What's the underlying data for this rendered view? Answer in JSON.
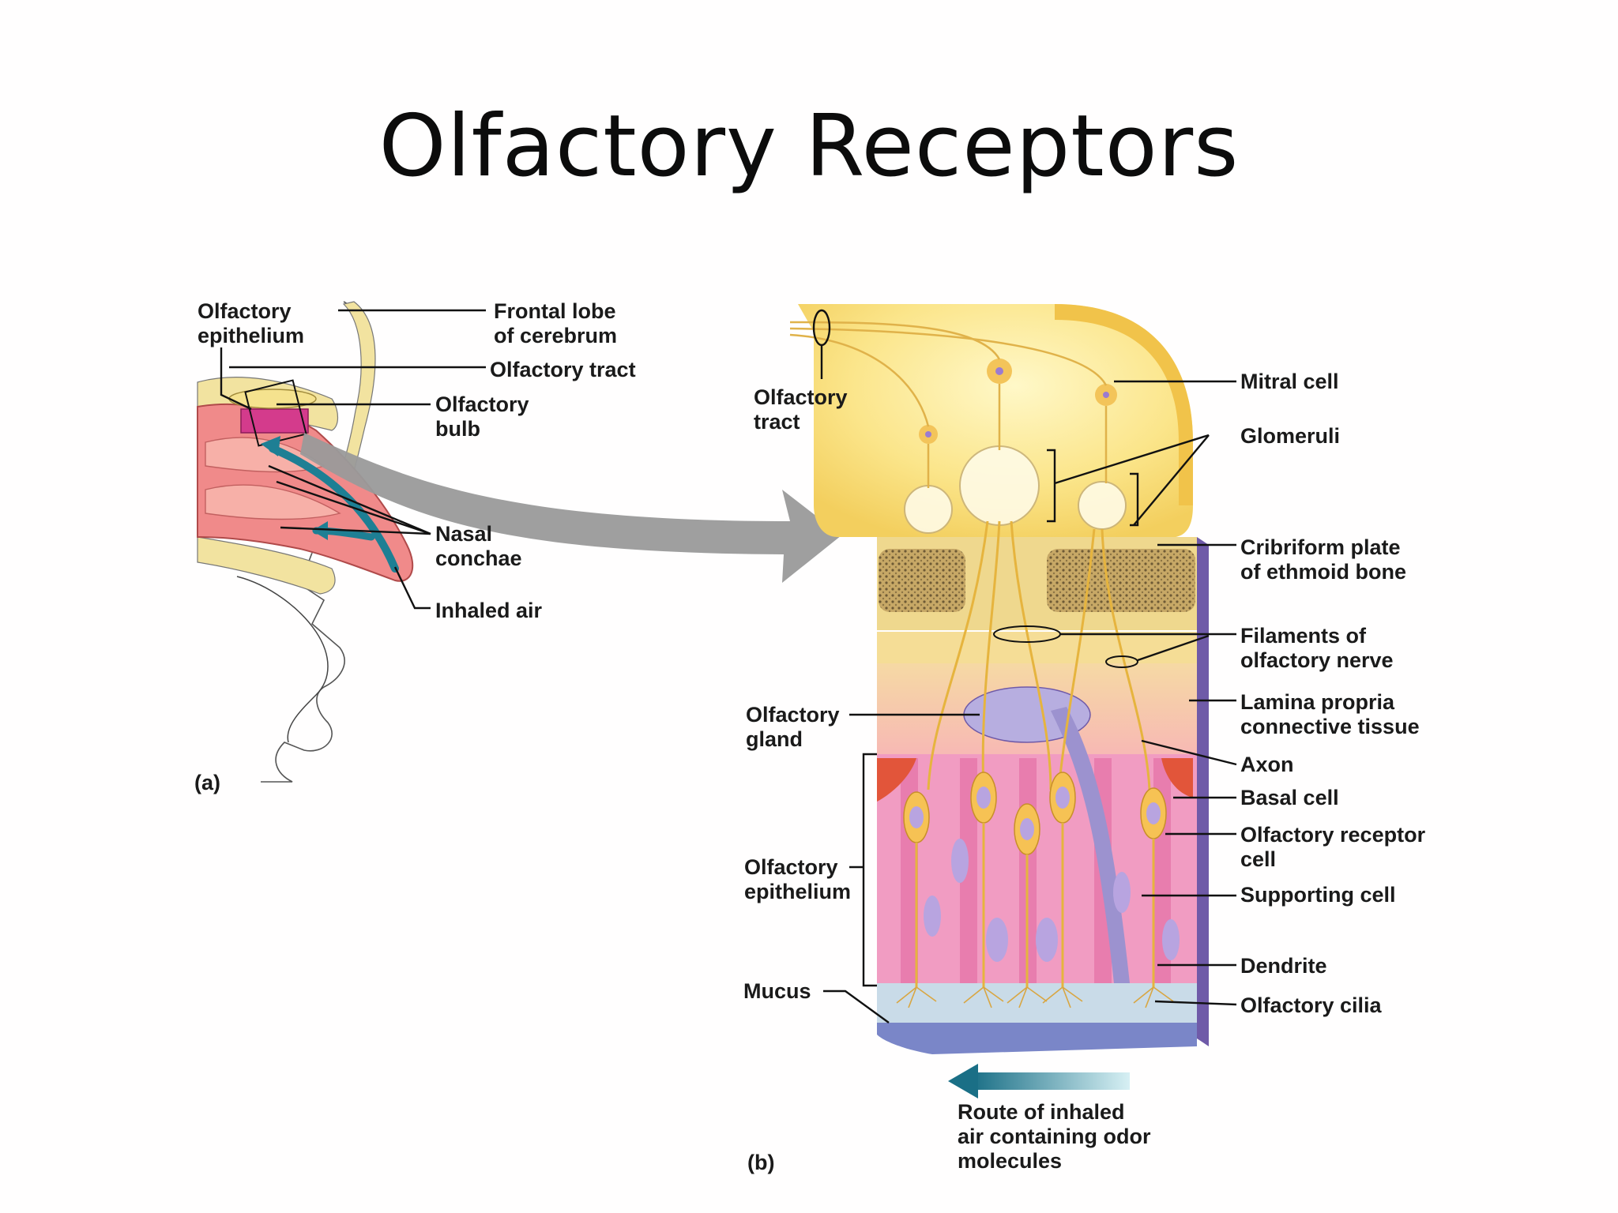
{
  "slide": {
    "title": "Olfactory Receptors"
  },
  "panel_a": {
    "tag": "(a)",
    "labels": {
      "olfactory_epithelium": [
        "Olfactory",
        "epithelium"
      ],
      "frontal_lobe": [
        "Frontal lobe",
        "of cerebrum"
      ],
      "olfactory_tract": [
        "Olfactory tract"
      ],
      "olfactory_bulb": [
        "Olfactory",
        "bulb"
      ],
      "nasal_conchae": [
        "Nasal",
        "conchae"
      ],
      "inhaled_air": [
        "Inhaled air"
      ]
    }
  },
  "panel_b": {
    "tag": "(b)",
    "labels": {
      "olfactory_tract": [
        "Olfactory",
        "tract"
      ],
      "mitral_cell": [
        "Mitral cell"
      ],
      "glomeruli": [
        "Glomeruli"
      ],
      "cribriform_plate": [
        "Cribriform plate",
        "of ethmoid bone"
      ],
      "filaments": [
        "Filaments of",
        "olfactory nerve"
      ],
      "lamina_propria": [
        "Lamina propria",
        "connective tissue"
      ],
      "axon": [
        "Axon"
      ],
      "basal_cell": [
        "Basal cell"
      ],
      "receptor_cell": [
        "Olfactory receptor",
        "cell"
      ],
      "supporting_cell": [
        "Supporting cell"
      ],
      "dendrite": [
        "Dendrite"
      ],
      "olfactory_cilia": [
        "Olfactory cilia"
      ],
      "olfactory_gland": [
        "Olfactory",
        "gland"
      ],
      "olfactory_epithelium": [
        "Olfactory",
        "epithelium"
      ],
      "mucus": [
        "Mucus"
      ],
      "route": [
        "Route of inhaled",
        "air containing odor",
        "molecules"
      ]
    }
  },
  "colors": {
    "bone": "#f0dc8c",
    "tissue_pink": "#f08ab0",
    "nerve_yellow": "#f5c84a",
    "mucus_blue": "#c9dbe8",
    "arrow_teal": "#1e7f94",
    "arrow_gray": "#9a9a9a"
  }
}
